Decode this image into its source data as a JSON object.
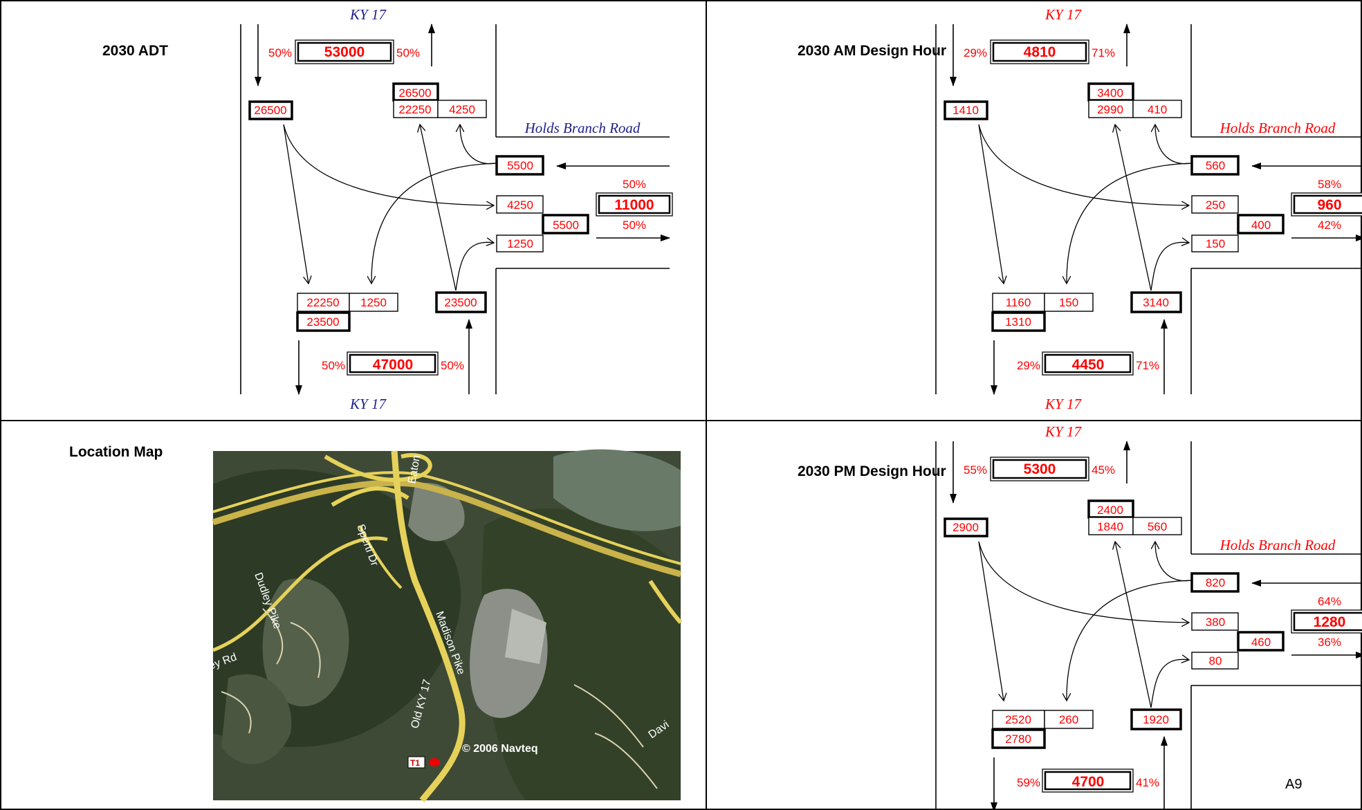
{
  "page_label": "A9",
  "colors": {
    "values": "#ff0000",
    "road_label_blue": "#1f1f8c",
    "road_label_red": "#ff0000"
  },
  "panels": [
    {
      "title": "2030 ADT",
      "north_road": "KY 17",
      "south_road": "KY 17",
      "east_road": "Holds Branch Road",
      "road_label_color": "blue",
      "north_total": "53000",
      "north_pct_in": "50%",
      "north_pct_out": "50%",
      "sb_in": "26500",
      "nb_out_total": "26500",
      "nb_out_thru": "22250",
      "nb_out_right": "4250",
      "wb_in": "5500",
      "east_pct_in": "50%",
      "east_total": "11000",
      "east_pct_out": "50%",
      "eb_out_left": "4250",
      "eb_out_total": "5500",
      "eb_out_right": "1250",
      "sb_out_thru": "22250",
      "sb_out_left": "1250",
      "sb_out_total": "23500",
      "nb_in": "23500",
      "south_total": "47000",
      "south_pct_out": "50%",
      "south_pct_in": "50%"
    },
    {
      "title": "2030 AM Design Hour",
      "north_road": "KY 17",
      "south_road": "KY 17",
      "east_road": "Holds Branch Road",
      "road_label_color": "red",
      "north_total": "4810",
      "north_pct_in": "29%",
      "north_pct_out": "71%",
      "sb_in": "1410",
      "nb_out_total": "3400",
      "nb_out_thru": "2990",
      "nb_out_right": "410",
      "wb_in": "560",
      "east_pct_in": "58%",
      "east_total": "960",
      "east_pct_out": "42%",
      "eb_out_left": "250",
      "eb_out_total": "400",
      "eb_out_right": "150",
      "sb_out_thru": "1160",
      "sb_out_left": "150",
      "sb_out_total": "1310",
      "nb_in": "3140",
      "south_total": "4450",
      "south_pct_out": "29%",
      "south_pct_in": "71%"
    },
    {
      "title": "2030 PM Design Hour",
      "north_road": "KY 17",
      "south_road": "KY 17",
      "east_road": "Holds Branch Road",
      "road_label_color": "red",
      "north_total": "5300",
      "north_pct_in": "55%",
      "north_pct_out": "45%",
      "sb_in": "2900",
      "nb_out_total": "2400",
      "nb_out_thru": "1840",
      "nb_out_right": "560",
      "wb_in": "820",
      "east_pct_in": "64%",
      "east_total": "1280",
      "east_pct_out": "36%",
      "eb_out_left": "380",
      "eb_out_total": "460",
      "eb_out_right": "80",
      "sb_out_thru": "2520",
      "sb_out_left": "260",
      "sb_out_total": "2780",
      "nb_in": "1920",
      "south_total": "4700",
      "south_pct_out": "59%",
      "south_pct_in": "41%"
    }
  ],
  "location_map": {
    "title": "Location Map",
    "labels": {
      "eaton": "Eaton",
      "sperti": "Sperti Dr",
      "dudley_pike": "Dudley Pike",
      "dudley_rd": "ey Rd",
      "madison_pike": "Madison Pike",
      "old_ky17": "Old KY 17",
      "davis": "Davi",
      "copyright": "© 2006 Navteq",
      "marker": "T1"
    }
  }
}
